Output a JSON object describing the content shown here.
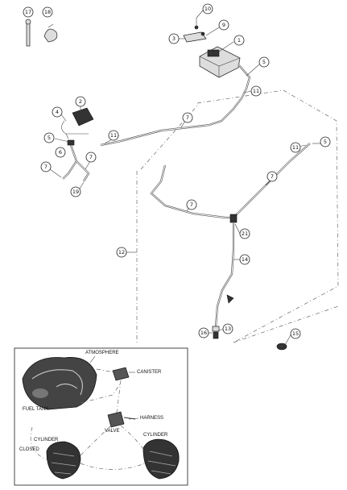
{
  "callouts": [
    {
      "id": "c17",
      "text": "17"
    },
    {
      "id": "c18",
      "text": "18"
    },
    {
      "id": "c10",
      "text": "10"
    },
    {
      "id": "c3",
      "text": "3"
    },
    {
      "id": "c9",
      "text": "9"
    },
    {
      "id": "c1",
      "text": "1"
    },
    {
      "id": "c5a",
      "text": "5"
    },
    {
      "id": "c11a",
      "text": "11"
    },
    {
      "id": "c2",
      "text": "2"
    },
    {
      "id": "c4",
      "text": "4"
    },
    {
      "id": "c7a",
      "text": "7"
    },
    {
      "id": "c11b",
      "text": "11"
    },
    {
      "id": "c5b",
      "text": "5"
    },
    {
      "id": "c6",
      "text": "6"
    },
    {
      "id": "c7b",
      "text": "7"
    },
    {
      "id": "c7c",
      "text": "7"
    },
    {
      "id": "c19",
      "text": "19"
    },
    {
      "id": "c11c",
      "text": "11"
    },
    {
      "id": "c5c",
      "text": "5"
    },
    {
      "id": "c7d",
      "text": "7"
    },
    {
      "id": "c7e",
      "text": "7"
    },
    {
      "id": "c21",
      "text": "21"
    },
    {
      "id": "c12",
      "text": "12"
    },
    {
      "id": "c14",
      "text": "14"
    },
    {
      "id": "c16",
      "text": "16"
    },
    {
      "id": "c13",
      "text": "13"
    },
    {
      "id": "c15",
      "text": "15"
    }
  ],
  "inset": {
    "atmosphere": "ATMOSPHERE",
    "canister": "CANISTER",
    "fuel_tank": "FUEL TANK",
    "harness": "HARNESS",
    "valve": "VALVE",
    "cylinder_left": "CYLINDER",
    "cylinder_right": "CYLINDER",
    "closed": "CLOSED"
  }
}
